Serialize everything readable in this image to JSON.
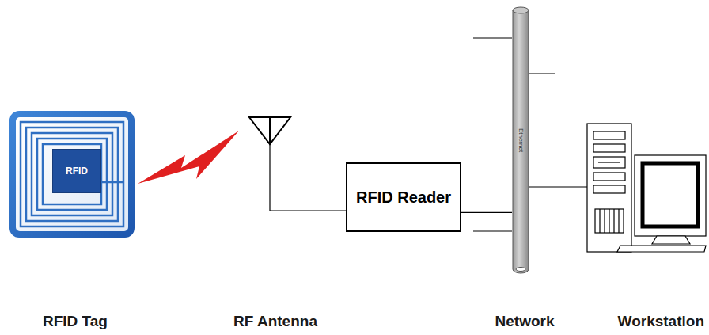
{
  "diagram": {
    "nodes": [
      {
        "text": [
          "RFID"
        ]
      },
      {
        "text": [
          "RFID Reader"
        ]
      },
      {
        "text": [
          "Ethernet"
        ]
      }
    ],
    "edges": [
      {
        "from": 1,
        "to": 2,
        "arrow": "none"
      }
    ],
    "labels": [
      "RFID Tag",
      "RF Antenna",
      "Network",
      "Workstation"
    ]
  }
}
